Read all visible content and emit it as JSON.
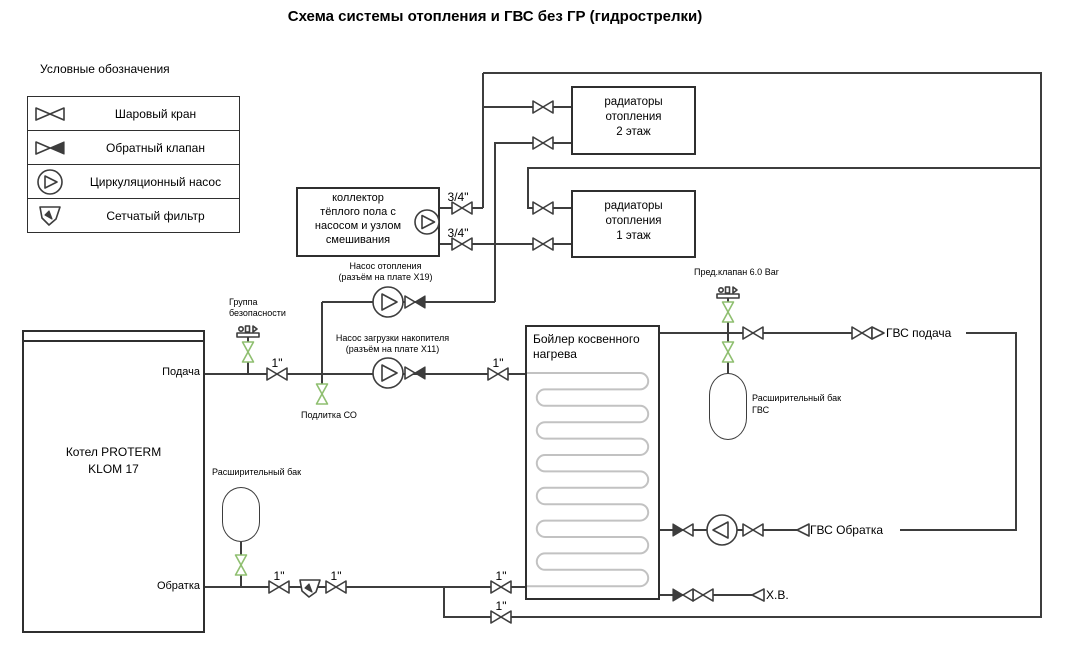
{
  "title": "Схема системы отопления и ГВС без ГР (гидрострелки)",
  "colors": {
    "pipe": "#3d3d3d",
    "green_valve": "#8fbf70",
    "coil": "#c2c2c2"
  },
  "legend": {
    "title": "Условные обозначения",
    "items": [
      {
        "icon": "ball-valve-icon",
        "label": "Шаровый кран"
      },
      {
        "icon": "check-valve-icon",
        "label": "Обратный клапан"
      },
      {
        "icon": "pump-icon",
        "label": "Циркуляционный насос"
      },
      {
        "icon": "strainer-icon",
        "label": "Сетчатый фильтр"
      }
    ]
  },
  "boxes": {
    "boiler": {
      "line1": "Котел PROTERM",
      "line2": "KLOM 17"
    },
    "collector": {
      "line1": "коллектор",
      "line2": "тёплого пола с",
      "line3": "насосом и узлом",
      "line4": "смешивания"
    },
    "radiators_floor2": {
      "line1": "радиаторы",
      "line2": "отопления",
      "line3": "2 этаж"
    },
    "radiators_floor1": {
      "line1": "радиаторы",
      "line2": "отопления",
      "line3": "1 этаж"
    },
    "dhw_tank": {
      "line1": "Бойлер косвенного",
      "line2": "нагрева"
    }
  },
  "labels": {
    "boiler_supply": "Подача",
    "boiler_return": "Обратка",
    "safety_group_line1": "Группа",
    "safety_group_line2": "безопасности",
    "heating_pump_line1": "Насос отопления",
    "heating_pump_line2": "(разъём на плате X19)",
    "loading_pump_line1": "Насос загрузки накопителя",
    "loading_pump_line2": "(разъём на плате X11)",
    "makeup_co": "Подлитка СО",
    "relief_valve": "Пред.клапан 6.0 Bar",
    "dhw_expansion_line1": "Расширительный бак",
    "dhw_expansion_line2": "ГВС",
    "co_expansion": "Расширительный бак",
    "dhw_supply": "ГВС подача",
    "dhw_return": "ГВС Обратка",
    "cold_water": "Х.В."
  },
  "pipe_sizes": {
    "three_quarter": "3/4\"",
    "one": "1\""
  }
}
